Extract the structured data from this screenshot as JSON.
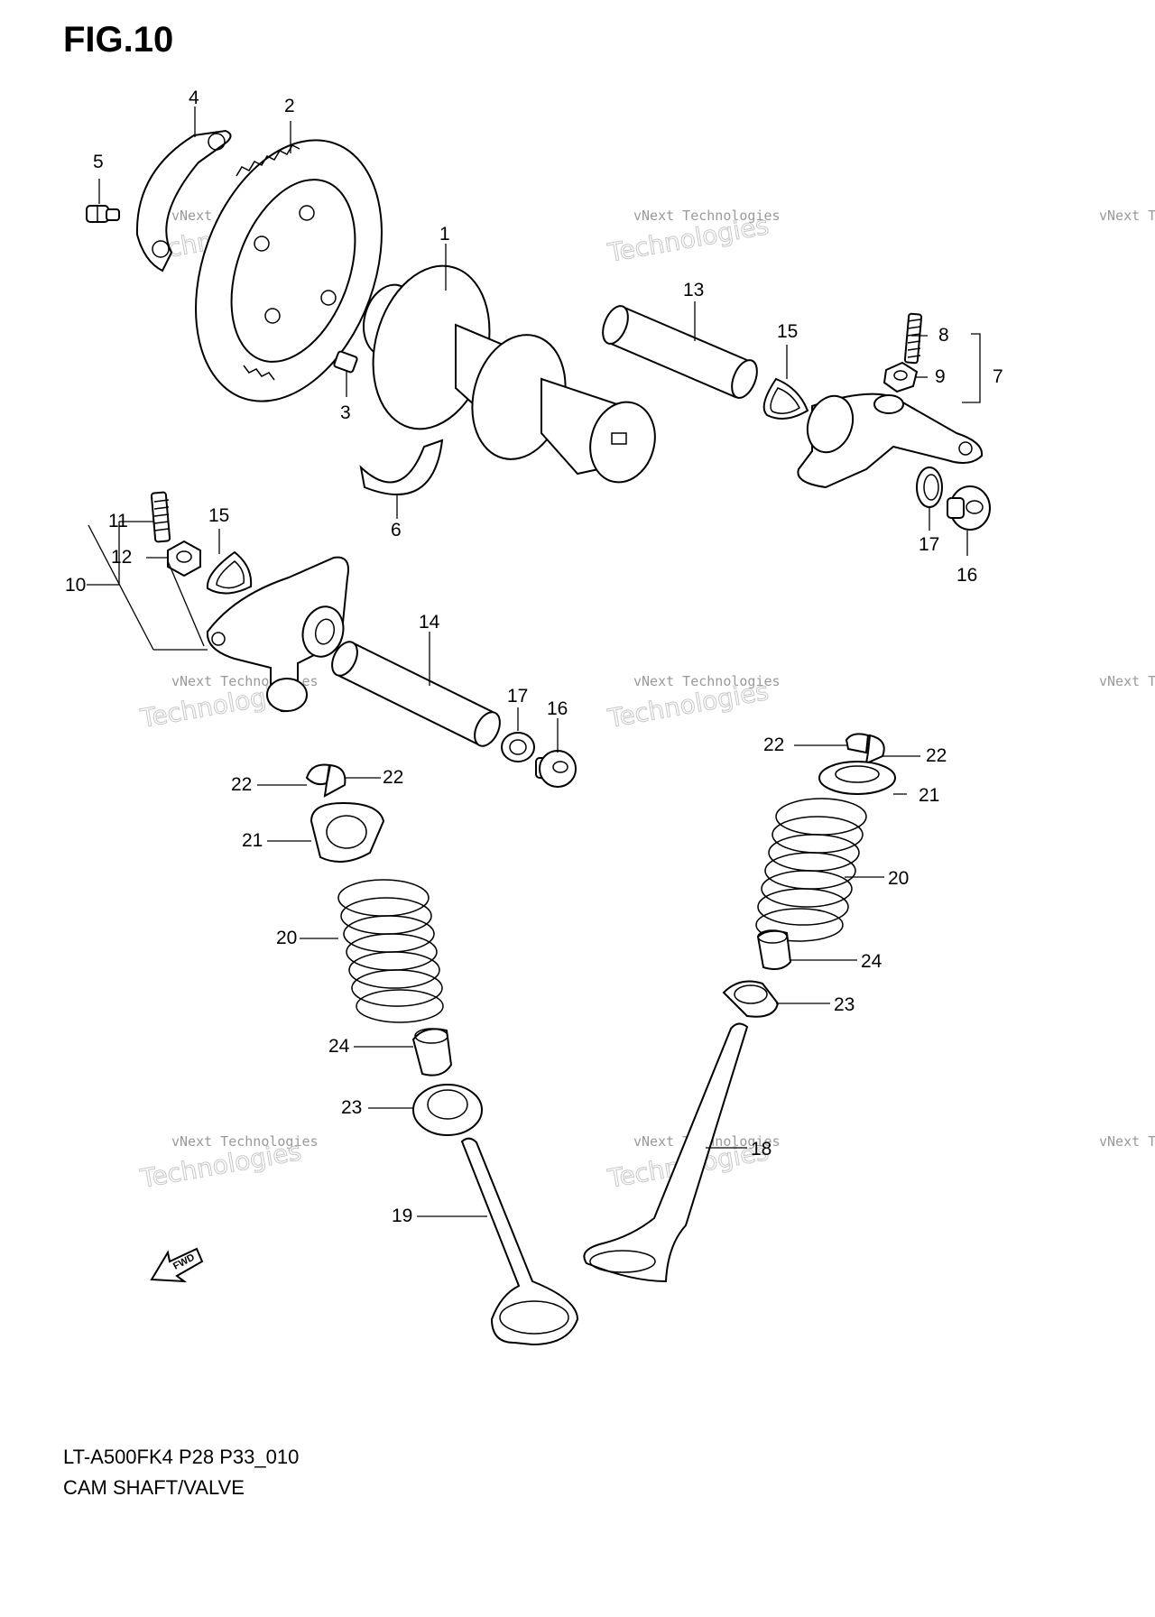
{
  "figure": {
    "title": "FIG.10",
    "model_code": "LT-A500FK4 P28 P33_010",
    "section_name": "CAM SHAFT/VALVE"
  },
  "watermark": {
    "line1": "vNext Technologies",
    "line2": "Technologies"
  },
  "fwd_badge": "FWD",
  "callouts": {
    "c1": "1",
    "c2": "2",
    "c3": "3",
    "c4": "4",
    "c5": "5",
    "c6": "6",
    "c7": "7",
    "c8": "8",
    "c9": "9",
    "c10": "10",
    "c11": "11",
    "c12": "12",
    "c13": "13",
    "c14": "14",
    "c15a": "15",
    "c15b": "15",
    "c16a": "16",
    "c16b": "16",
    "c17a": "17",
    "c17b": "17",
    "c18": "18",
    "c19": "19",
    "c20a": "20",
    "c20b": "20",
    "c21a": "21",
    "c21b": "21",
    "c22a": "22",
    "c22b": "22",
    "c22c": "22",
    "c22d": "22",
    "c23a": "23",
    "c23b": "23",
    "c24a": "24",
    "c24b": "24"
  }
}
